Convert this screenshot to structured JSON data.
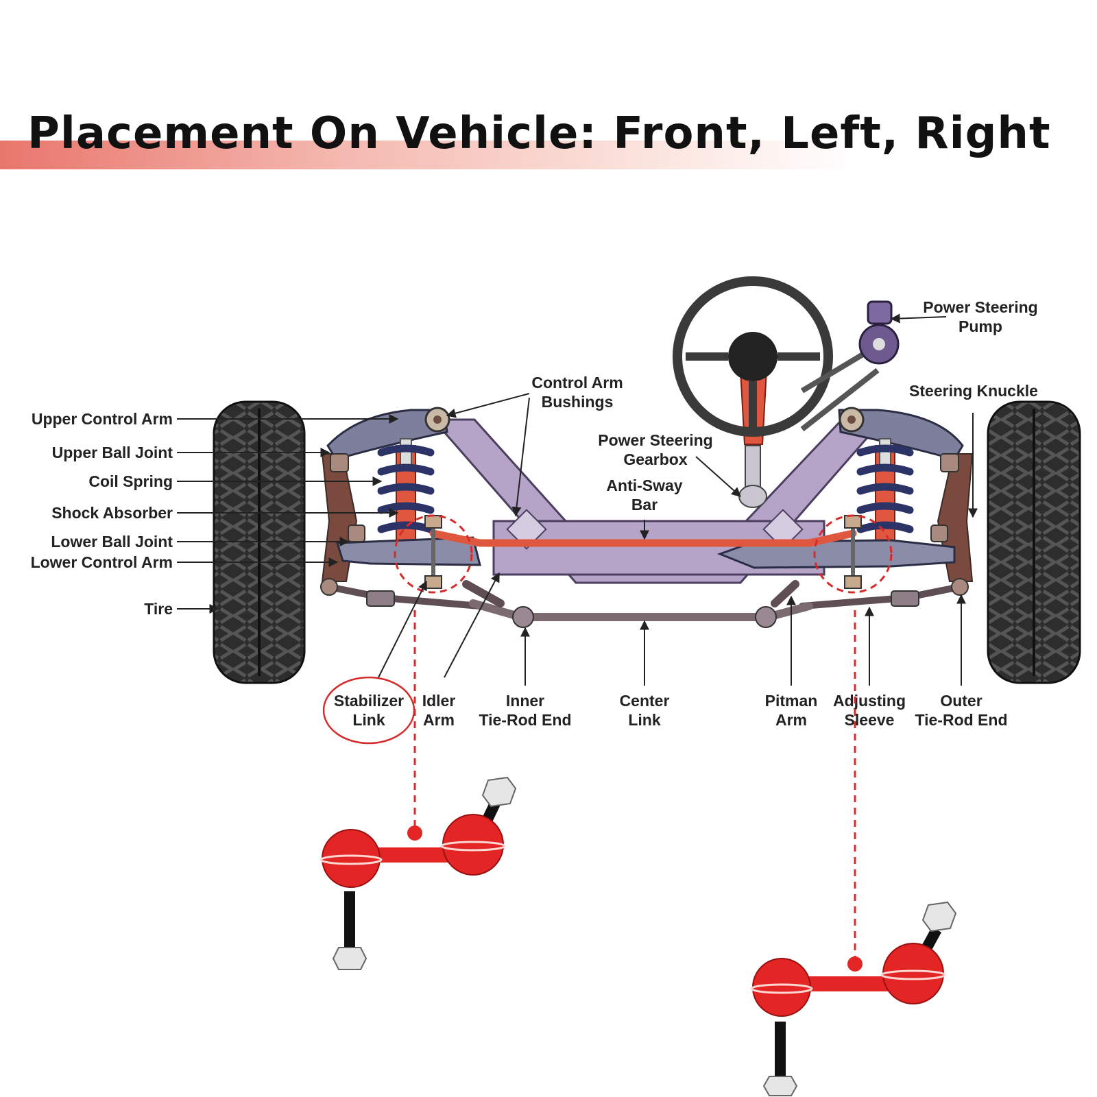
{
  "title": "Placement On Vehicle: Front, Left, Right",
  "colors": {
    "accent": "#d62b2b",
    "banner": "#e9766d",
    "frame": "#b5a3c8",
    "arm": "#7d7f9c",
    "spring": "#2c3366",
    "link_part": "#e32525"
  },
  "labels": {
    "upper_control_arm": "Upper Control Arm",
    "upper_ball_joint": "Upper Ball Joint",
    "coil_spring": "Coil Spring",
    "shock_absorber": "Shock Absorber",
    "lower_ball_joint": "Lower Ball Joint",
    "lower_control_arm": "Lower Control Arm",
    "tire": "Tire",
    "control_arm_bushings": [
      "Control Arm",
      "Bushings"
    ],
    "power_steering_gearbox": [
      "Power Steering",
      "Gearbox"
    ],
    "anti_sway_bar": [
      "Anti-Sway",
      "Bar"
    ],
    "power_steering_pump": [
      "Power Steering",
      "Pump"
    ],
    "steering_knuckle": "Steering Knuckle",
    "stabilizer_link": [
      "Stabilizer",
      "Link"
    ],
    "idler_arm": [
      "Idler",
      "Arm"
    ],
    "inner_tie_rod_end": [
      "Inner",
      "Tie-Rod End"
    ],
    "center_link": [
      "Center",
      "Link"
    ],
    "pitman_arm": [
      "Pitman",
      "Arm"
    ],
    "adjusting_sleeve": [
      "Adjusting",
      "Sleeve"
    ],
    "outer_tie_rod_end": [
      "Outer",
      "Tie-Rod End"
    ]
  },
  "icons": {
    "steering_wheel": "steering-wheel-icon",
    "tire": "tire-icon",
    "stabilizer_link_part": "stabilizer-link-icon"
  }
}
